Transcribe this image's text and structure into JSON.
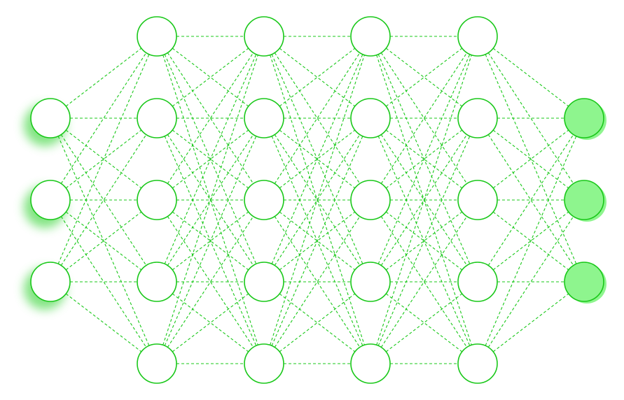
{
  "diagram": {
    "type": "neural-network",
    "layers": [
      {
        "role": "input",
        "neurons": 3
      },
      {
        "role": "hidden",
        "neurons": 5
      },
      {
        "role": "hidden",
        "neurons": 5
      },
      {
        "role": "hidden",
        "neurons": 5
      },
      {
        "role": "hidden",
        "neurons": 5
      },
      {
        "role": "output",
        "neurons": 3
      }
    ],
    "connectivity": "fully-connected",
    "edge_style": "dashed",
    "colors": {
      "stroke": "#19c819",
      "neuron_fill": "#ffffff",
      "output_fill": "#8ef58e",
      "input_glow": "#6ee06e"
    }
  }
}
